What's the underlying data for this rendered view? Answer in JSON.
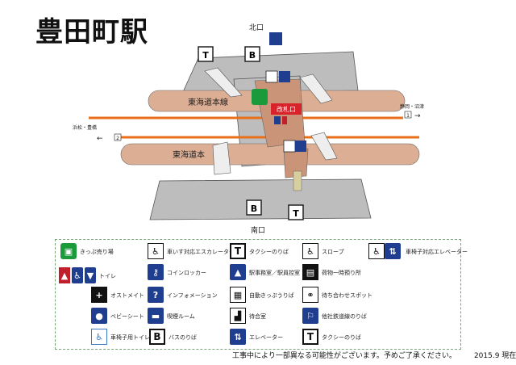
{
  "station_name": "豊田町駅",
  "map": {
    "north_exit": "北口",
    "south_exit": "南口",
    "ticket_gate": "改札口",
    "line_upper": "東海道本線",
    "line_lower": "東海道本",
    "track_1": "1",
    "track_2": "2",
    "dir_east": "静岡・沼津",
    "dir_west": "浜松・豊橋",
    "bus_label": "B",
    "taxi_label": "T"
  },
  "legend": {
    "ticket_machine": "きっぷ売り場",
    "toilet": "トイレ",
    "ostomate": "オストメイト",
    "baby_seat": "ベビーシート",
    "wheelchair_toilet": "車椅子用トイレ",
    "wheelchair_escalator": "車いす対応エスカレーター",
    "coin_locker": "コインロッカー",
    "information": "インフォメーション",
    "smoking_room": "喫煙ルーム",
    "bus_stop": "バスのりば",
    "taxi_stop": "タクシーのりば",
    "station_office": "駅事務室／駅員控室",
    "auto_ticket_gate": "自動きっぷうりば",
    "waiting_room": "待合室",
    "elevator": "エレベーター",
    "taxi_stop_2": "タクシーのりば",
    "slope": "スロープ",
    "baggage_storage": "荷物一時預り所",
    "meeting_spot": "待ち合わせスポット",
    "other_rail": "他社鉄道線のりば",
    "wheelchair_elevator": "車椅子対応エレベーター"
  },
  "footer": {
    "notice": "工事中により一部異なる可能性がございます。予めご了承ください。",
    "date": "2015.9 現在"
  }
}
